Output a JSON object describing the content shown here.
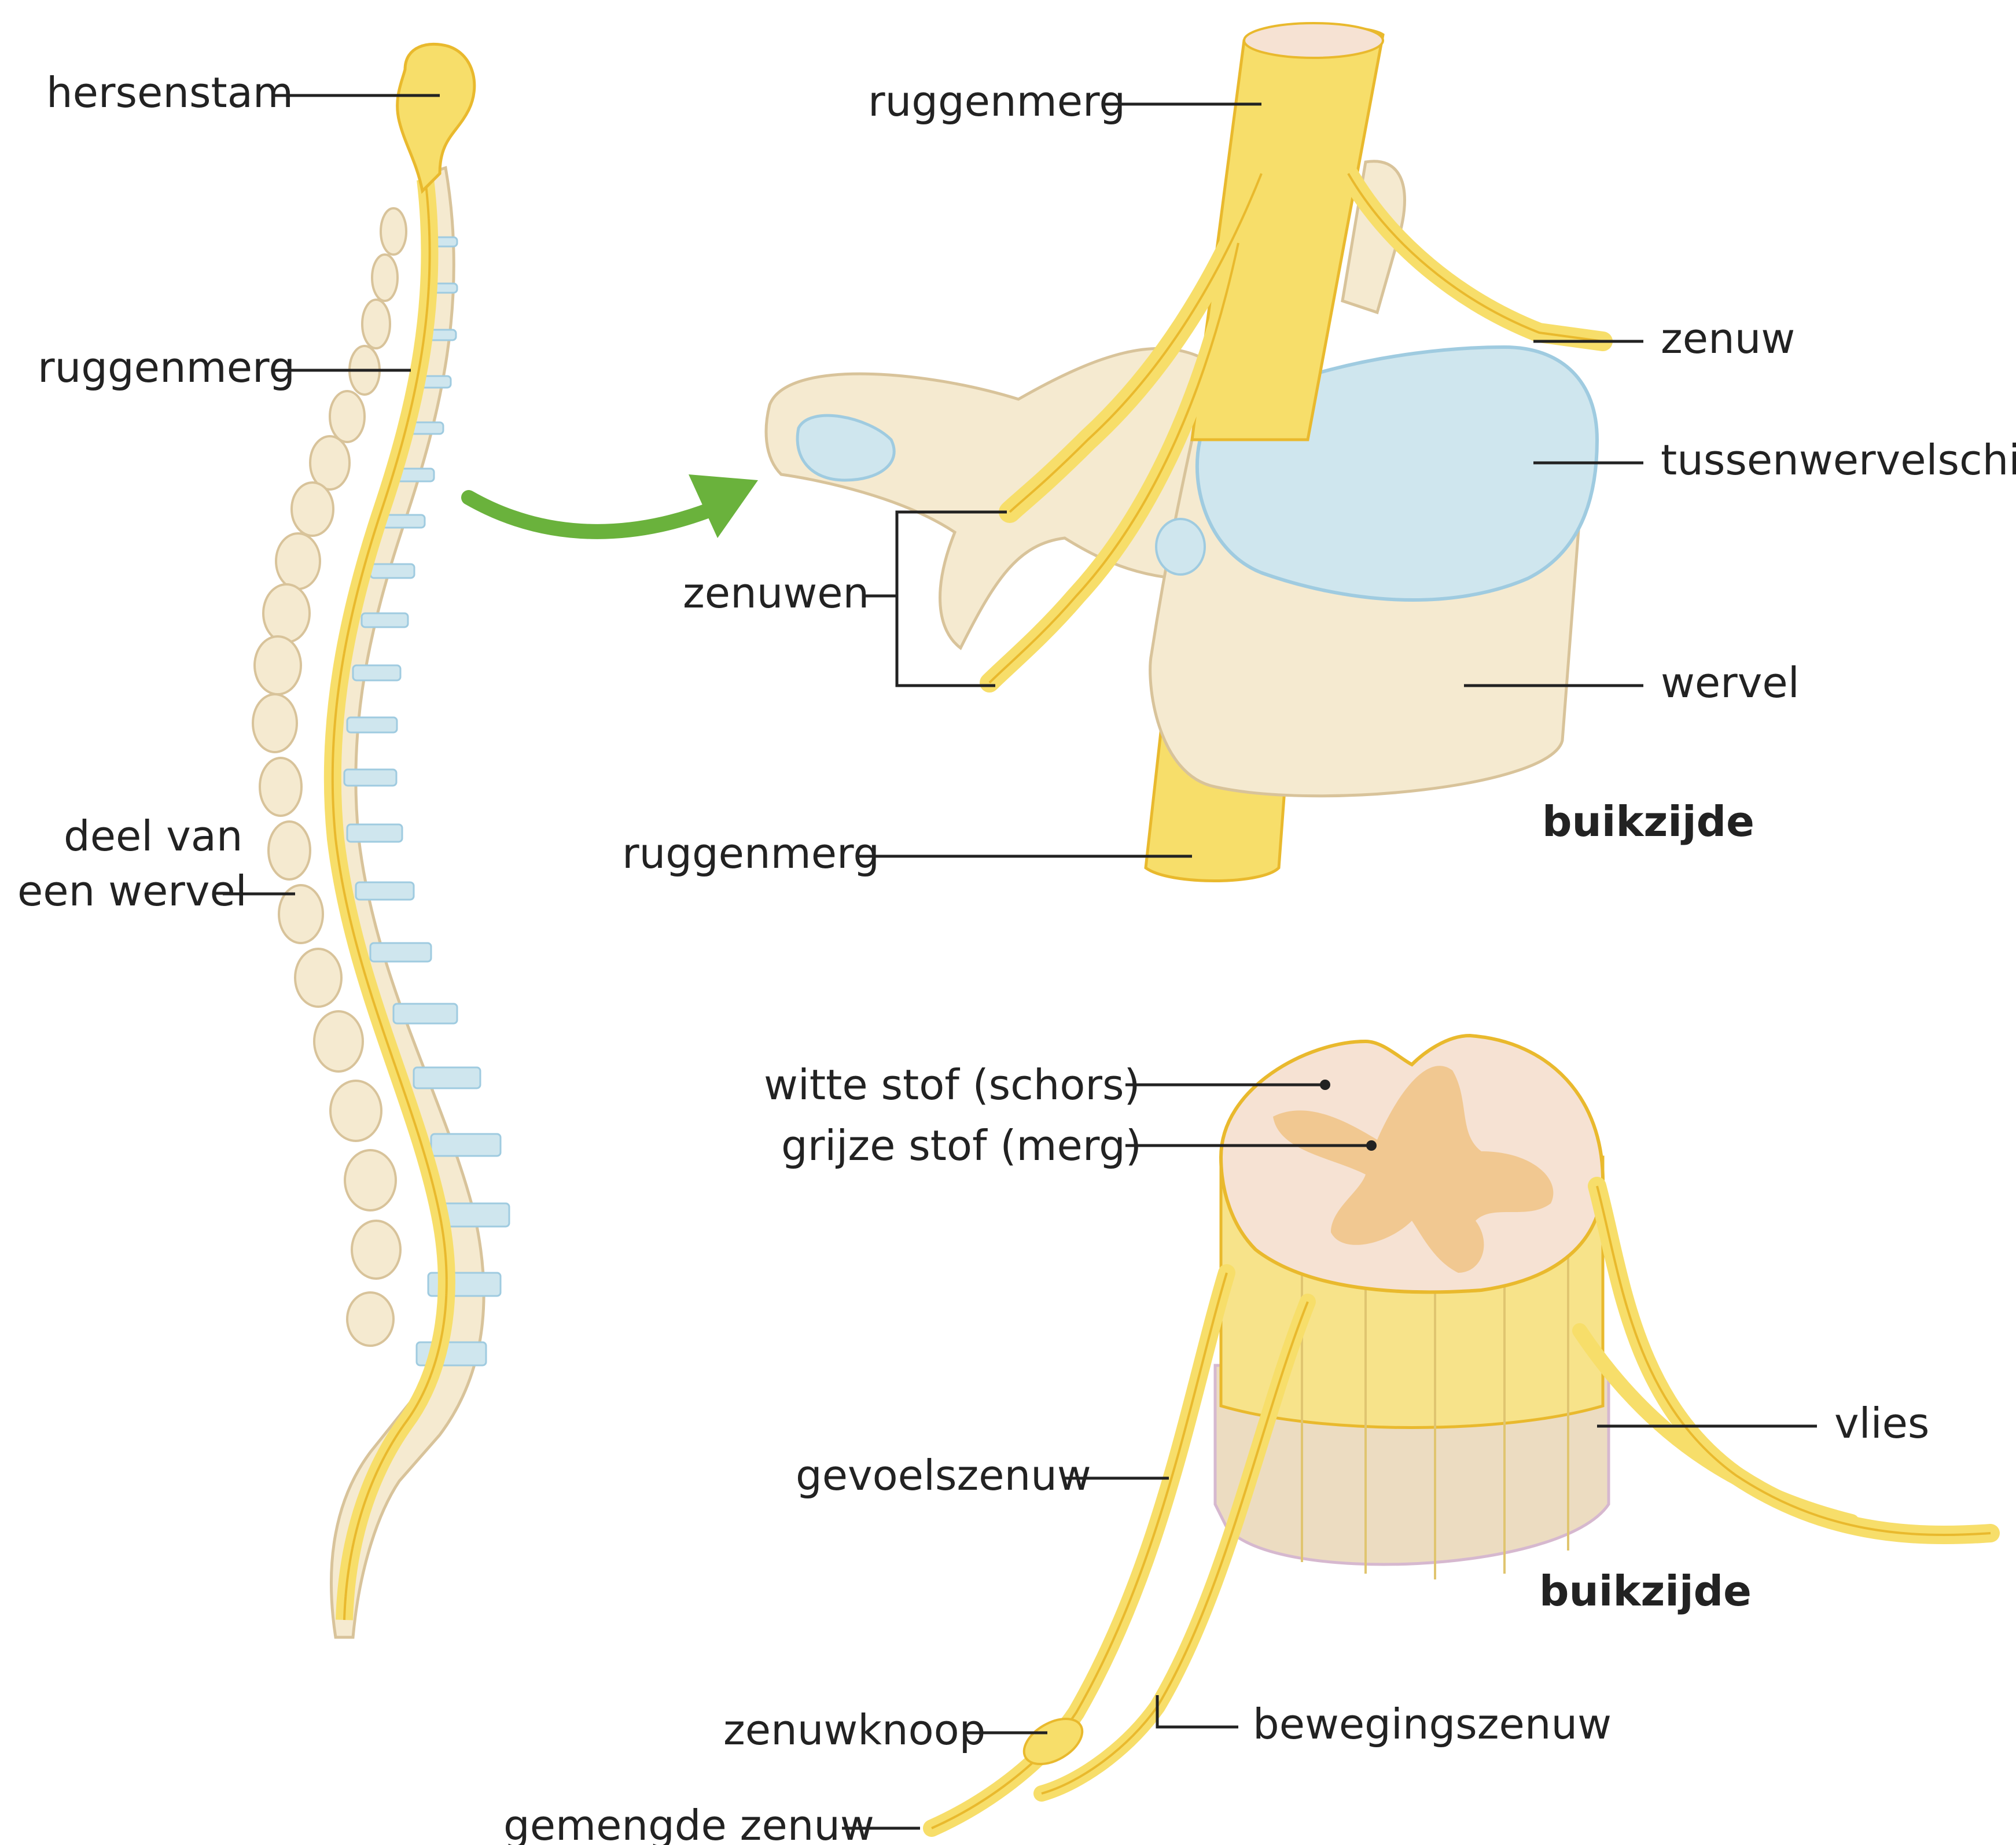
{
  "spine_view": {
    "labels": {
      "brainstem": "hersenstam",
      "spinal_cord": "ruggenmerg",
      "vertebra_part_line1": "deel van",
      "vertebra_part_line2": "een wervel"
    }
  },
  "vertebra_view": {
    "labels": {
      "spinal_cord_top": "ruggenmerg",
      "nerve": "zenuw",
      "disc": "tussenwervelschijf",
      "nerves": "zenuwen",
      "vertebra": "wervel",
      "spinal_cord_bottom": "ruggenmerg",
      "ventral_side": "buikzijde"
    }
  },
  "cross_section_view": {
    "labels": {
      "white_matter": "witte stof (schors)",
      "grey_matter": "grijze stof (merg)",
      "membrane": "vlies",
      "sensory_nerve": "gevoelszenuw",
      "ventral_side": "buikzijde",
      "ganglion": "zenuwknoop",
      "motor_nerve": "bewegingszenuw",
      "mixed_nerve": "gemengde zenuw"
    }
  },
  "colors": {
    "nerve_yellow": "#f7de6a",
    "nerve_outline": "#e9b92d",
    "bone": "#f5ead0",
    "bone_outline": "#d8c39a",
    "disc_blue": "#cfe6ee",
    "disc_outline": "#9fcbe0",
    "grey_matter": "#f1c891",
    "white_matter": "#f6e2d3",
    "arrow_green": "#6ab23c"
  }
}
